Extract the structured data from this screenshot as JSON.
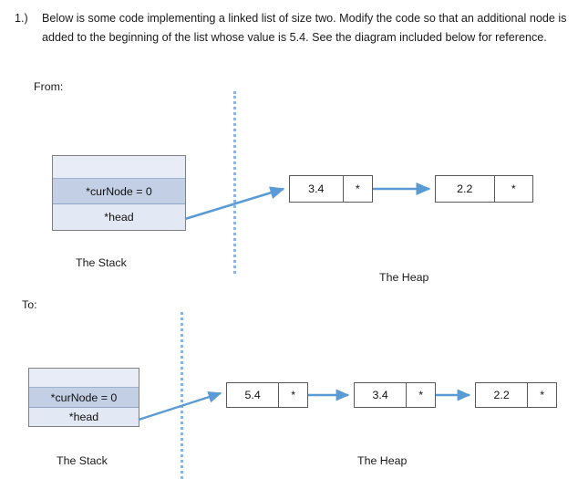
{
  "question": {
    "number": "1.)",
    "text": "Below is some code implementing a linked list of size two. Modify the code so that an additional node is added to the beginning of the list whose value is 5.4. See the diagram included below for reference."
  },
  "sections": {
    "from_label": "From:",
    "to_label": "To:"
  },
  "diagram_from": {
    "stack": {
      "caption": "The Stack",
      "rows": [
        {
          "label": ""
        },
        {
          "label": "*curNode = 0"
        },
        {
          "label": "*head"
        }
      ]
    },
    "heap": {
      "caption": "The Heap",
      "nodes": [
        {
          "value": "3.4",
          "pointer": "*"
        },
        {
          "value": "2.2",
          "pointer": "*"
        }
      ]
    }
  },
  "diagram_to": {
    "stack": {
      "caption": "The Stack",
      "rows": [
        {
          "label": ""
        },
        {
          "label": "*curNode = 0"
        },
        {
          "label": "*head"
        }
      ]
    },
    "heap": {
      "caption": "The Heap",
      "nodes": [
        {
          "value": "5.4",
          "pointer": "*"
        },
        {
          "value": "3.4",
          "pointer": "*"
        },
        {
          "value": "2.2",
          "pointer": "*"
        }
      ]
    }
  },
  "colors": {
    "arrow": "#5b9bd5",
    "divider": "#8db3e2",
    "stack_row_highlight": "#c3cfe4",
    "stack_row_light": "#e7ecf6",
    "node_border": "#595959"
  }
}
